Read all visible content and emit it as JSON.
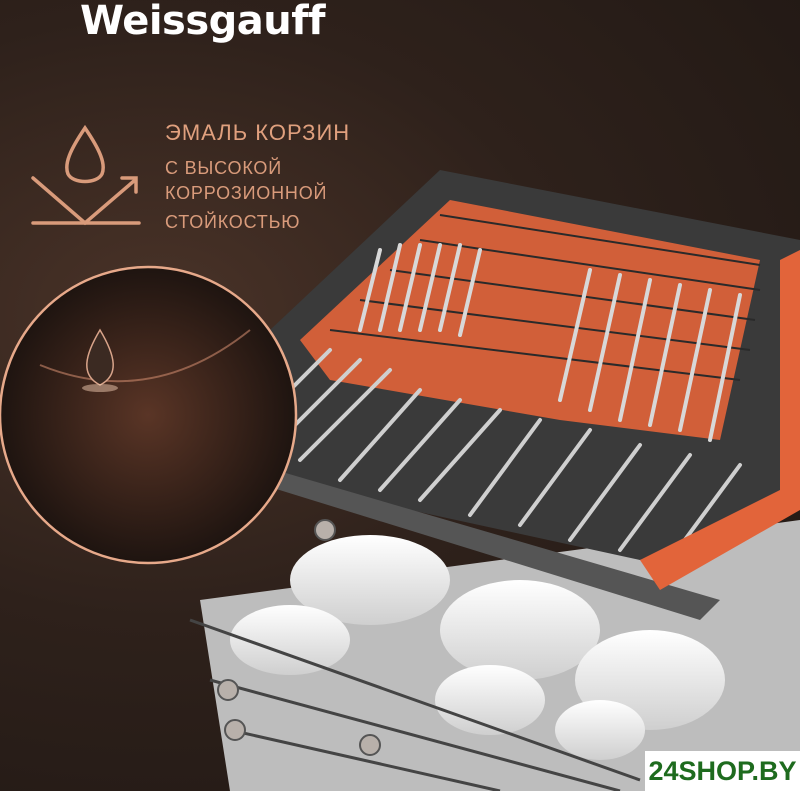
{
  "brand": "Weissgauff",
  "feature": {
    "title": "ЭМАЛЬ КОРЗИН",
    "lines": [
      "С ВЫСОКОЙ",
      "КОРРОЗИОННОЙ",
      "СТОЙКОСТЬЮ"
    ],
    "icon": "water-drop-repel-icon"
  },
  "watermark": "24SHOP.BY",
  "colors": {
    "accent": "#d99b7b",
    "background": "#2e211b",
    "basket": "#e2643a"
  }
}
